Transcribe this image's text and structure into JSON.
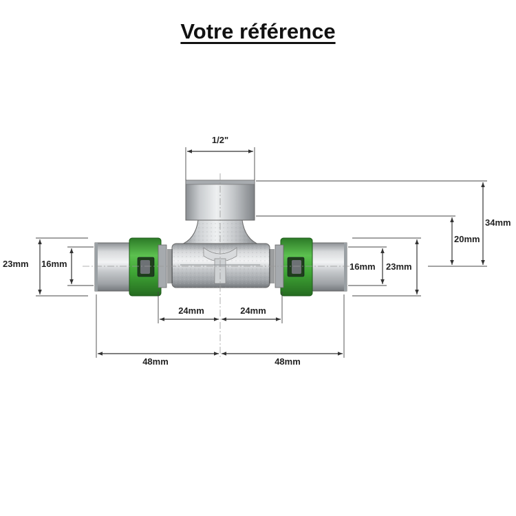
{
  "title": "Votre référence",
  "product": {
    "type": "press-fit tee with female threaded outlet",
    "accent_color": "#3fa535",
    "metal_color": "#b9bcbf"
  },
  "dimensions": {
    "thread": "1/2\"",
    "outlet_height_total": "34mm",
    "outlet_height_body": "20mm",
    "left_outer_diameter": "23mm",
    "left_inner_diameter": "16mm",
    "right_inner_diameter": "16mm",
    "right_outer_diameter": "23mm",
    "left_half_body": "24mm",
    "right_half_body": "24mm",
    "left_total_length": "48mm",
    "right_total_length": "48mm"
  }
}
